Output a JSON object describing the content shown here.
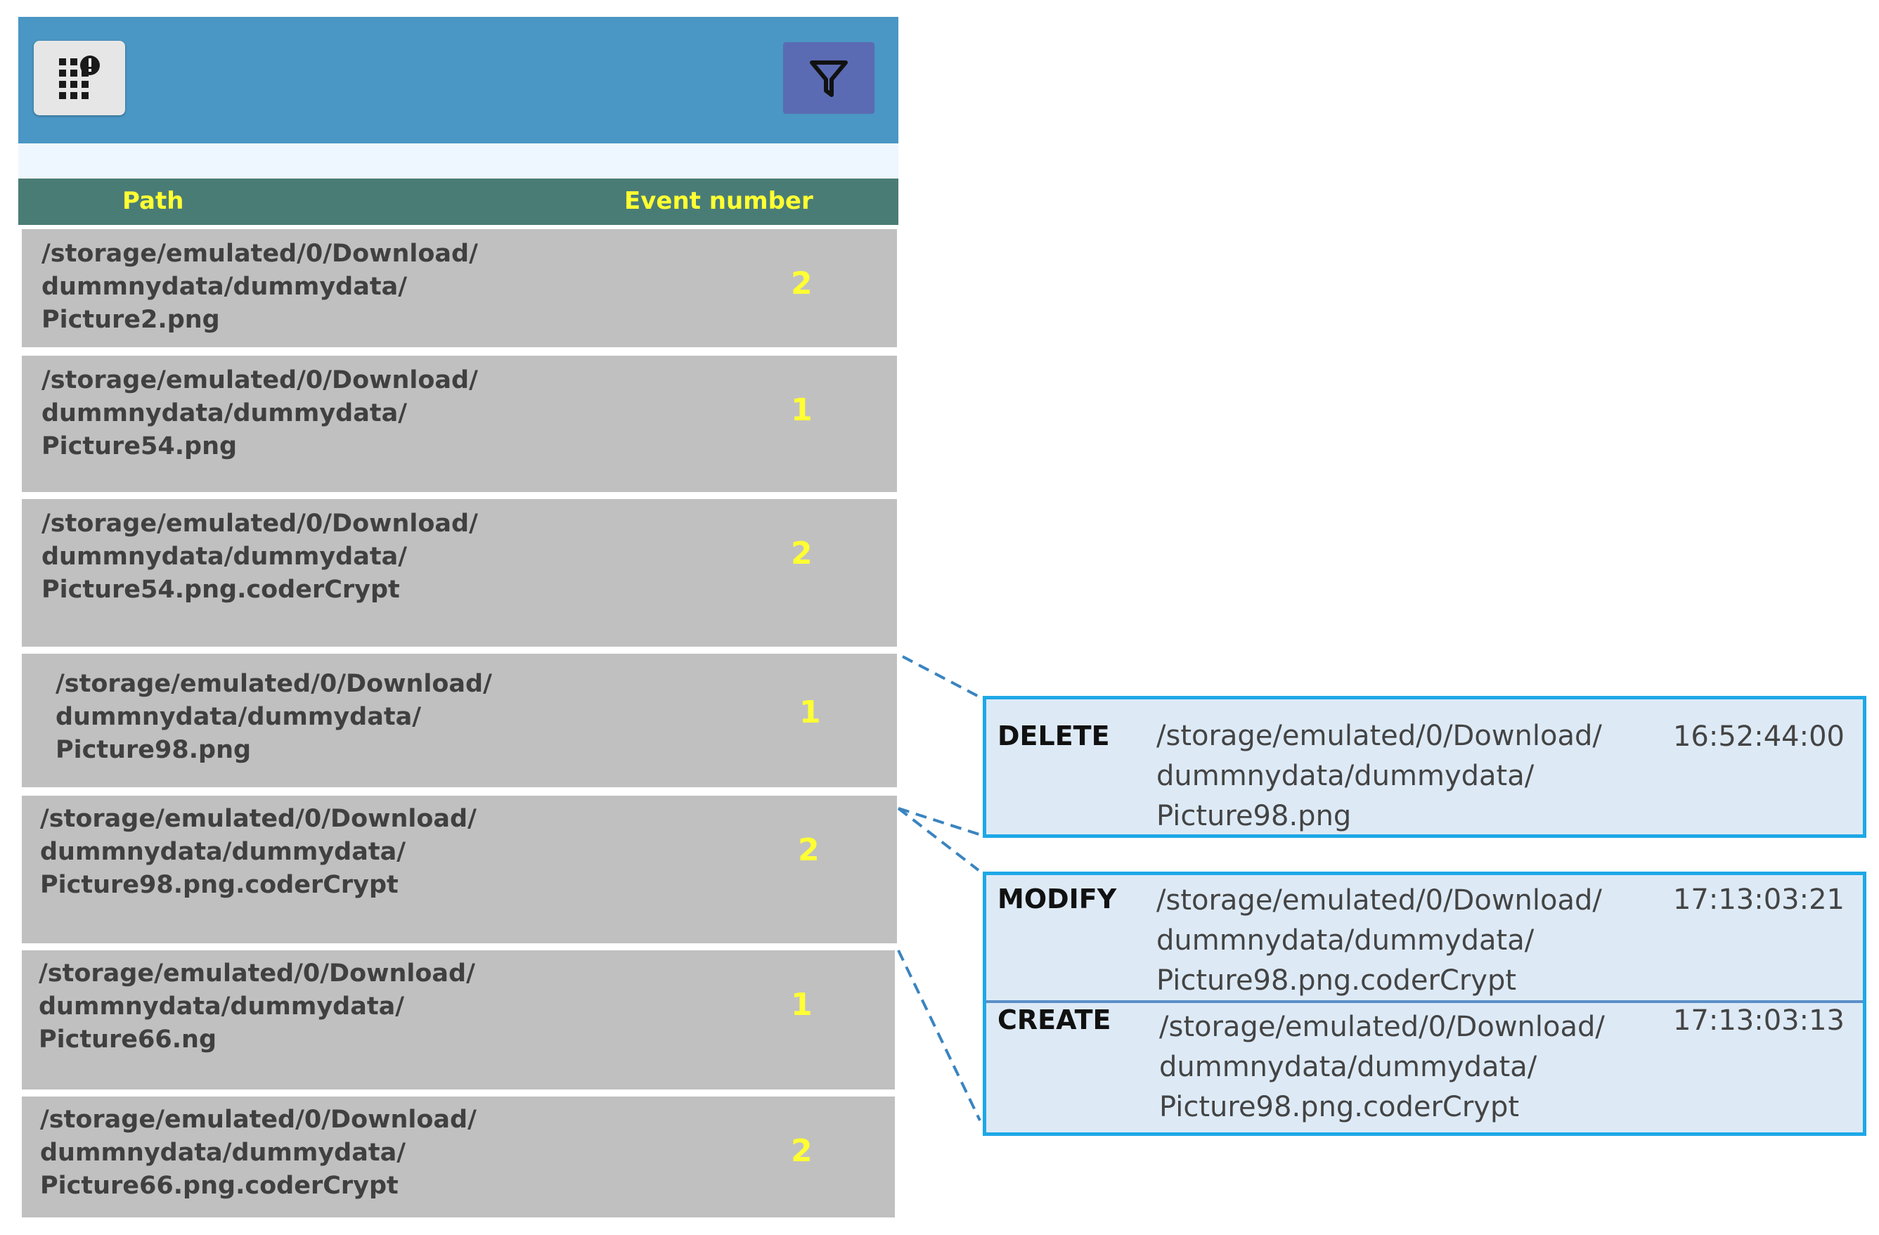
{
  "header": {
    "grid_icon": "grid-alert-icon",
    "filter_icon": "filter-icon"
  },
  "table": {
    "columns": [
      "Path",
      "Event number"
    ],
    "rows": [
      {
        "path_lines": [
          "/storage/emulated/0/Download/",
          "dummnydata/dummydata/",
          "Picture2.png"
        ],
        "count": "2"
      },
      {
        "path_lines": [
          "/storage/emulated/0/Download/",
          "dummnydata/dummydata/",
          "Picture54.png"
        ],
        "count": "1"
      },
      {
        "path_lines": [
          "/storage/emulated/0/Download/",
          "dummnydata/dummydata/",
          "Picture54.png.coderCrypt"
        ],
        "count": "2"
      },
      {
        "path_lines": [
          "/storage/emulated/0/Download/",
          "dummnydata/dummydata/",
          "Picture98.png"
        ],
        "count": "1"
      },
      {
        "path_lines": [
          "/storage/emulated/0/Download/",
          "dummnydata/dummydata/",
          "Picture98.png.coderCrypt"
        ],
        "count": "2"
      },
      {
        "path_lines": [
          "/storage/emulated/0/Download/",
          "dummnydata/dummydata/",
          "Picture66.ng"
        ],
        "count": "1"
      },
      {
        "path_lines": [
          "/storage/emulated/0/Download/",
          "dummnydata/dummydata/",
          "Picture66.png.coderCrypt"
        ],
        "count": "2"
      }
    ]
  },
  "details": {
    "delete_box": {
      "type": "DELETE",
      "path_lines": [
        "/storage/emulated/0/Download/",
        "dummnydata/dummydata/",
        "Picture98.png"
      ],
      "time": "16:52:44:00"
    },
    "modify_box": [
      {
        "type": "MODIFY",
        "path_lines": [
          "/storage/emulated/0/Download/",
          "dummnydata/dummydata/",
          "Picture98.png.coderCrypt"
        ],
        "time": "17:13:03:21"
      },
      {
        "type": "CREATE",
        "path_lines": [
          "/storage/emulated/0/Download/",
          "dummnydata/dummydata/",
          "Picture98.png.coderCrypt"
        ],
        "time": "17:13:03:13"
      }
    ]
  },
  "colors": {
    "header_bar": "#4a96c4",
    "table_header": "#4a7c76",
    "header_text": "#ffff33",
    "row_bg": "#c0c0c0",
    "count_text": "#ffff33",
    "detail_border": "#1ea8e6",
    "detail_bg": "#ddeaf6",
    "connector": "#3a84c0"
  }
}
